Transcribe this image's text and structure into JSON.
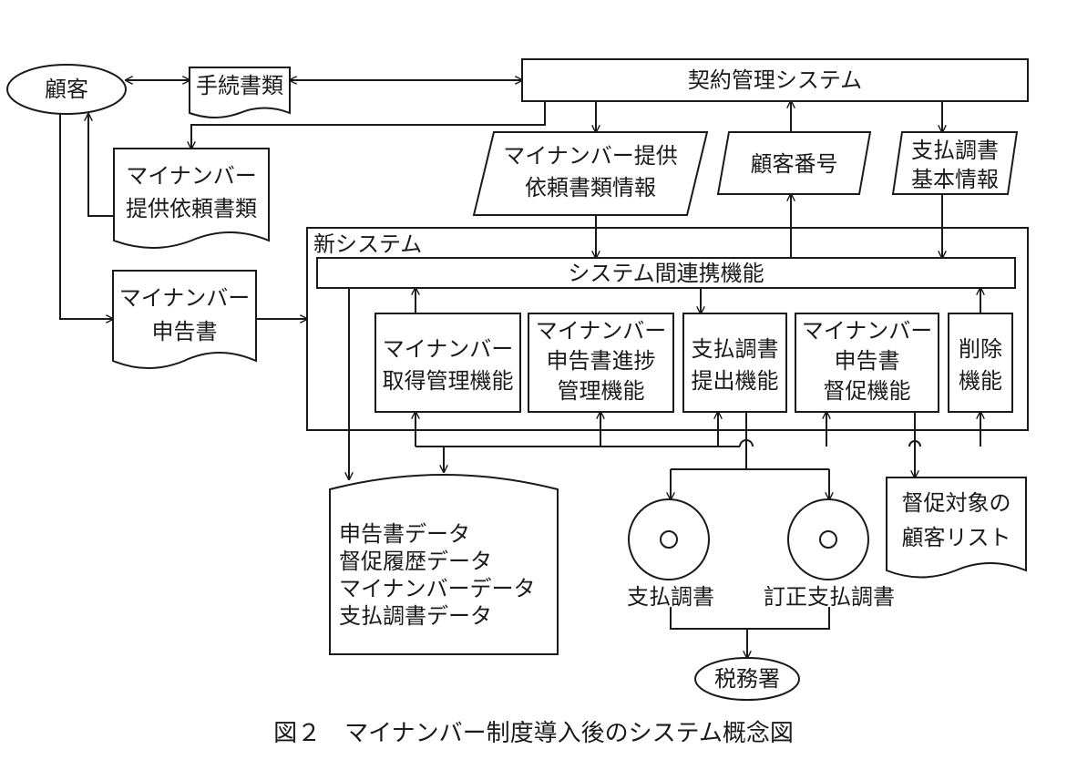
{
  "nodes": {
    "customer": "顧客",
    "procedure_docs": "手続書類",
    "contract_system": "契約管理システム",
    "request_docs": [
      "マイナンバー",
      "提供依頼書類"
    ],
    "request_info": [
      "マイナンバー提供",
      "依頼書類情報"
    ],
    "customer_number": "顧客番号",
    "payment_basic": [
      "支払調書",
      "基本情報"
    ],
    "new_system": "新システム",
    "integration": "システム間連携機能",
    "declaration": [
      "マイナンバー",
      "申告書"
    ],
    "f_acquire": [
      "マイナンバー",
      "取得管理機能"
    ],
    "f_progress": [
      "マイナンバー",
      "申告書進捗",
      "管理機能"
    ],
    "f_submit": [
      "支払調書",
      "提出機能"
    ],
    "f_reminder": [
      "マイナンバー",
      "申告書",
      "督促機能"
    ],
    "f_delete": [
      "削除",
      "機能"
    ],
    "database": [
      "申告書データ",
      "督促履歴データ",
      "マイナンバーデータ",
      "支払調書データ"
    ],
    "disc_payment": "支払調書",
    "disc_corrected": "訂正支払調書",
    "reminder_list": [
      "督促対象の",
      "顧客リスト"
    ],
    "tax_office": "税務署"
  },
  "caption": "図２　マイナンバー制度導入後のシステム概念図"
}
